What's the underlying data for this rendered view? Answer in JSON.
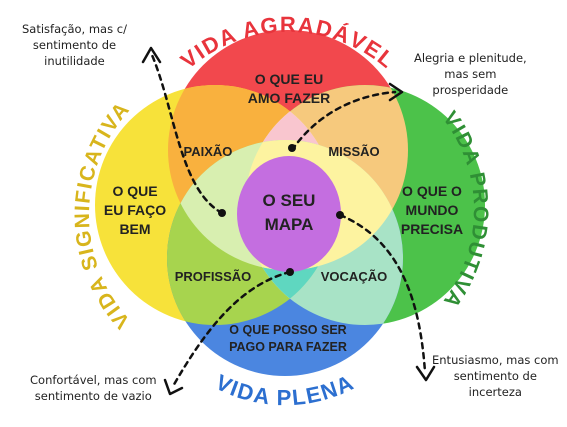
{
  "title_text": "",
  "circles": {
    "top": {
      "label": "VIDA AGRADÁVEL",
      "text_line1": "O QUE EU",
      "text_line2": "AMO FAZER",
      "color": "#f2484d",
      "label_color": "#e8343c"
    },
    "left": {
      "label": "VIDA SIGNIFICATIVA",
      "text_line1": "O QUE",
      "text_line2": "EU FAÇO",
      "text_line3": "BEM",
      "color": "#f7e23a",
      "label_color": "#d8b51c"
    },
    "right": {
      "label": "VIDA PRODUTIVA",
      "text_line1": "O QUE O",
      "text_line2": "MUNDO",
      "text_line3": "PRECISA",
      "color": "#4cc24a",
      "label_color": "#2f8f35"
    },
    "bottom": {
      "label": "VIDA PLENA",
      "text_line1": "O QUE POSSO SER",
      "text_line2": "PAGO PARA FAZER",
      "color": "#4b86e0",
      "label_color": "#2c6fd0"
    }
  },
  "overlaps": {
    "paixao": {
      "label": "PAIXÃO",
      "color": "#f9b13e"
    },
    "missao": {
      "label": "MISSÃO",
      "color": "#f6c97d"
    },
    "profissao": {
      "label": "PROFISSÃO",
      "color": "#a7d44e"
    },
    "vocacao": {
      "label": "VOCAÇÃO",
      "color": "#a8e3c6"
    },
    "center": {
      "line1": "O SEU",
      "line2": "MAPA",
      "color": "#c46ee0"
    }
  },
  "notes": {
    "top_left": {
      "line1": "Satisfação, mas c/",
      "line2": "sentimento de",
      "line3": "inutilidade"
    },
    "top_right": {
      "line1": "Alegria e plenitude,",
      "line2": "mas sem",
      "line3": "prosperidade"
    },
    "bottom_left": {
      "line1": "Confortável, mas com",
      "line2": "sentimento de vazio"
    },
    "bottom_right": {
      "line1": "Entusiasmo, mas com",
      "line2": "sentimento de",
      "line3": "incerteza"
    }
  }
}
